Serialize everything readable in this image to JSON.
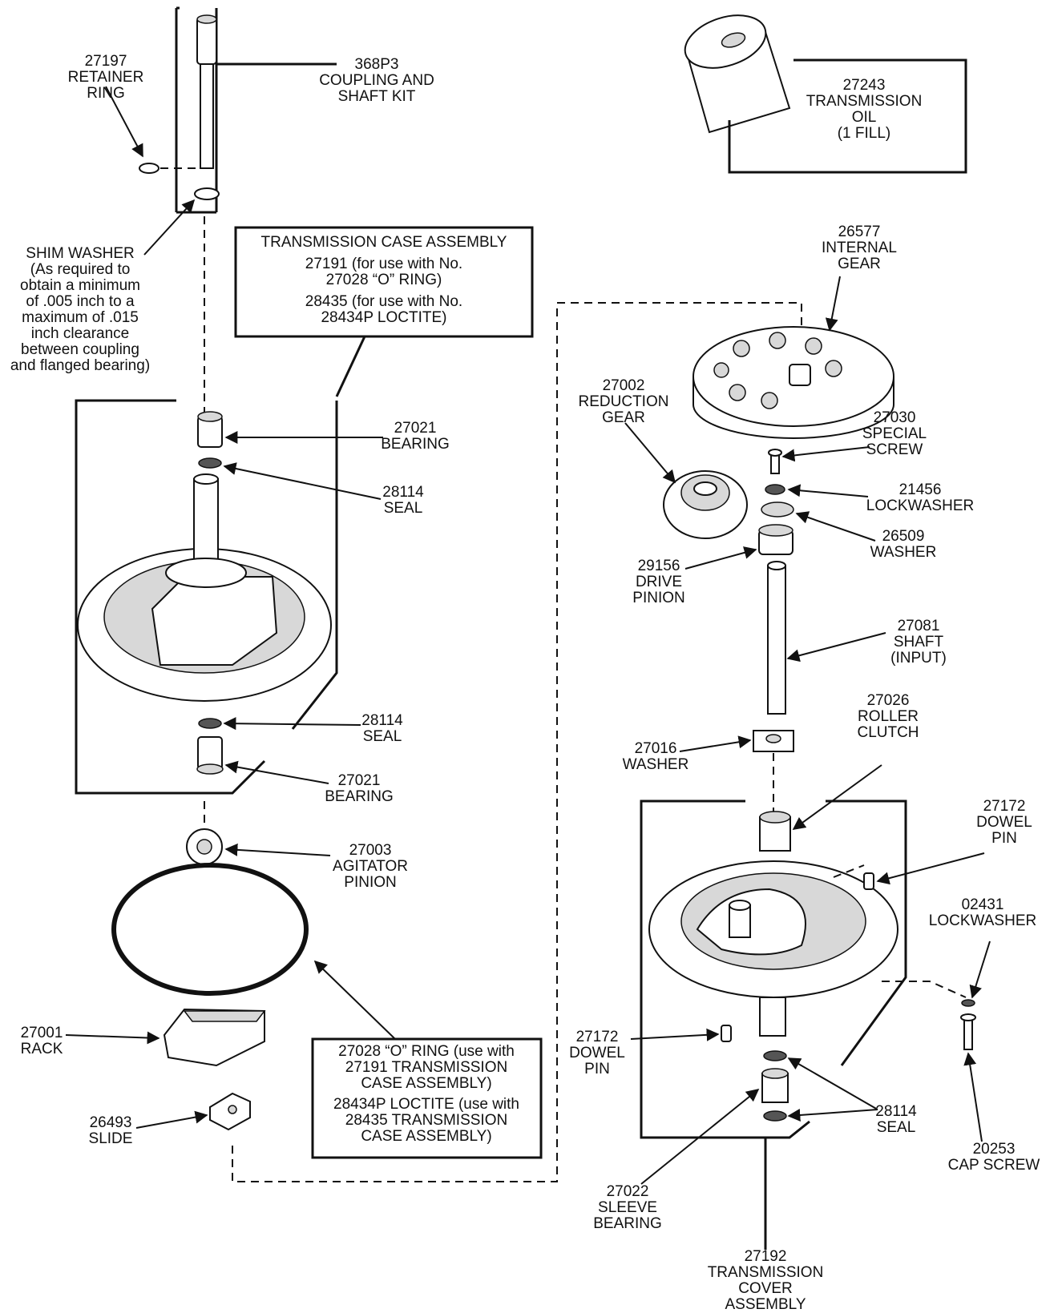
{
  "labels": {
    "retainer_ring": [
      "27197",
      "RETAINER",
      "RING"
    ],
    "coupling_kit": [
      "368P3",
      "COUPLING AND",
      "SHAFT KIT"
    ],
    "shim_washer": [
      "SHIM WASHER",
      "(As required to",
      "obtain a minimum",
      "of .005 inch to a",
      "maximum of .015",
      "inch clearance",
      "between coupling",
      "and flanged bearing)"
    ],
    "case_assembly": [
      "TRANSMISSION CASE ASSEMBLY",
      "27191 (for use with No.",
      "27028 “O” RING)",
      "28435 (for use with No.",
      "28434P LOCTITE)"
    ],
    "bearing_top": [
      "27021",
      "BEARING"
    ],
    "seal_top": [
      "28114",
      "SEAL"
    ],
    "seal_bottom": [
      "28114",
      "SEAL"
    ],
    "bearing_bottom": [
      "27021",
      "BEARING"
    ],
    "agitator_pinion": [
      "27003",
      "AGITATOR",
      "PINION"
    ],
    "rack": [
      "27001",
      "RACK"
    ],
    "slide": [
      "26493",
      "SLIDE"
    ],
    "oring_note": [
      "27028 “O” RING (use with",
      "27191 TRANSMISSION",
      "CASE ASSEMBLY)",
      "28434P LOCTITE (use with",
      "28435 TRANSMISSION",
      "CASE ASSEMBLY)"
    ],
    "oil": [
      "27243",
      "TRANSMISSION",
      "OIL",
      "(1 FILL)"
    ],
    "internal_gear": [
      "26577",
      "INTERNAL",
      "GEAR"
    ],
    "reduction_gear": [
      "27002",
      "REDUCTION",
      "GEAR"
    ],
    "special_screw": [
      "27030",
      "SPECIAL",
      "SCREW"
    ],
    "lockwasher_21456": [
      "21456",
      "LOCKWASHER"
    ],
    "washer_26509": [
      "26509",
      "WASHER"
    ],
    "drive_pinion": [
      "29156",
      "DRIVE",
      "PINION"
    ],
    "shaft_input": [
      "27081",
      "SHAFT",
      "(INPUT)"
    ],
    "roller_clutch": [
      "27026",
      "ROLLER",
      "CLUTCH"
    ],
    "washer_27016": [
      "27016",
      "WASHER"
    ],
    "dowel_pin_top": [
      "27172",
      "DOWEL",
      "PIN"
    ],
    "lockwasher_02431": [
      "02431",
      "LOCKWASHER"
    ],
    "dowel_pin_left": [
      "27172",
      "DOWEL",
      "PIN"
    ],
    "seal_right": [
      "28114",
      "SEAL"
    ],
    "cap_screw": [
      "20253",
      "CAP SCREW"
    ],
    "sleeve_bearing": [
      "27022",
      "SLEEVE",
      "BEARING"
    ],
    "cover_assembly": [
      "27192",
      "TRANSMISSION",
      "COVER",
      "ASSEMBLY"
    ]
  }
}
